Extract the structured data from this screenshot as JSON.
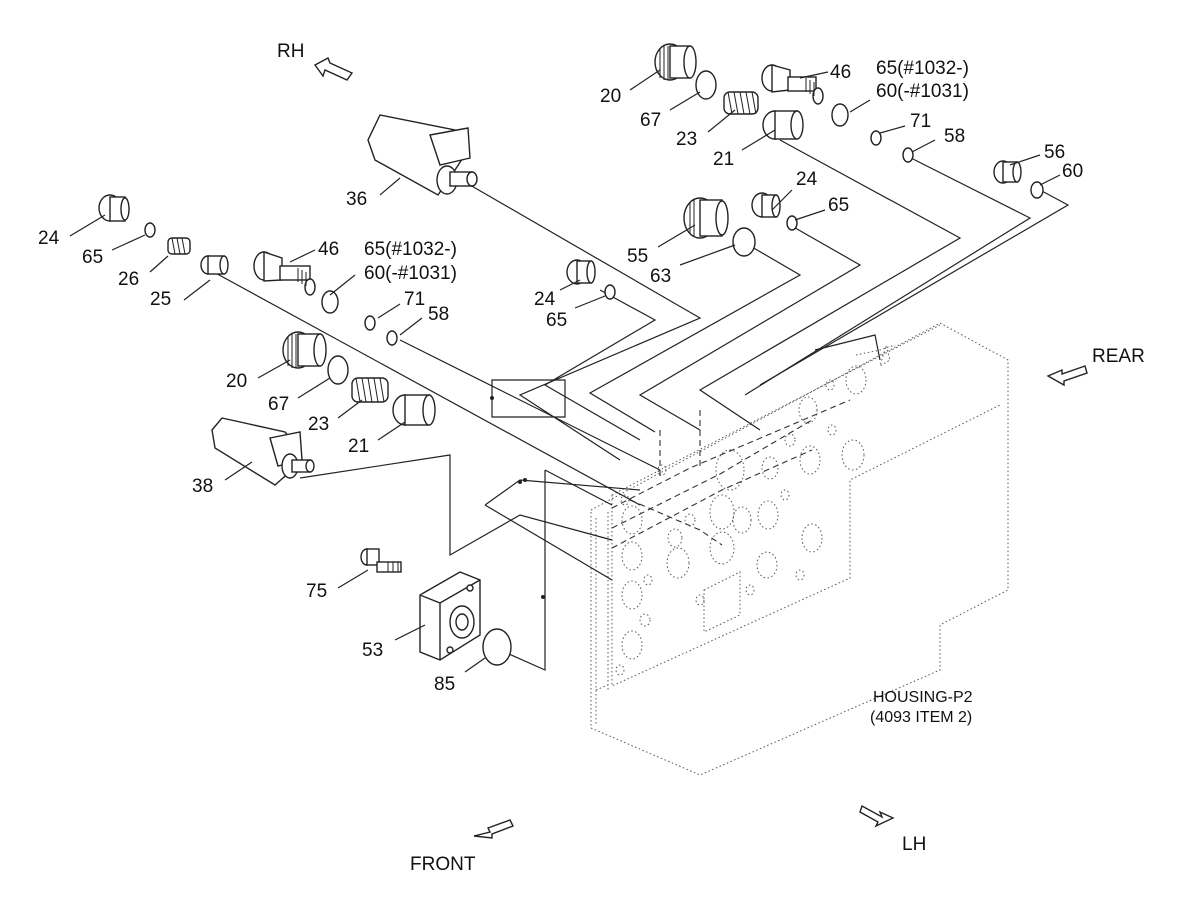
{
  "directions": {
    "rh": "RH",
    "rear": "REAR",
    "lh": "LH",
    "front": "FRONT"
  },
  "housing": {
    "line1": "HOUSING-P2",
    "line2": "(4093 ITEM 2)"
  },
  "labels": {
    "p20_top": "20",
    "p67_top": "67",
    "p23_top": "23",
    "p21_top": "21",
    "p46_top": "46",
    "p65_60_top_a": "65(#1032-)",
    "p65_60_top_b": "60(-#1031)",
    "p71_top": "71",
    "p58_top": "58",
    "p56": "56",
    "p60": "60",
    "p36": "36",
    "p24_mid": "24",
    "p65_mid": "65",
    "p55": "55",
    "p63": "63",
    "p24_left": "24",
    "p65_left": "65",
    "p26": "26",
    "p25": "25",
    "p46_left": "46",
    "p65_60_left_a": "65(#1032-)",
    "p65_60_left_b": "60(-#1031)",
    "p71_left": "71",
    "p58_left": "58",
    "p24_c": "24",
    "p65_c": "65",
    "p20_left": "20",
    "p67_left": "67",
    "p23_left": "23",
    "p21_left": "21",
    "p38": "38",
    "p75": "75",
    "p53": "53",
    "p85": "85"
  },
  "colors": {
    "ink": "#222222",
    "background": "#ffffff"
  }
}
